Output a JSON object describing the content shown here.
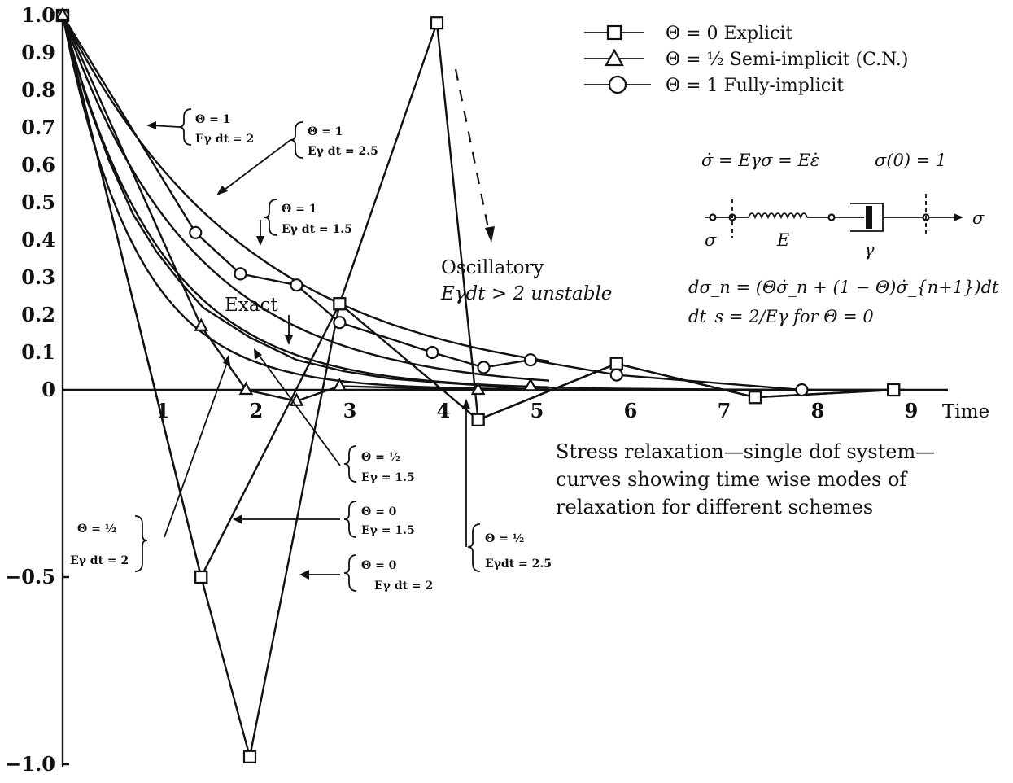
{
  "chart_data": {
    "type": "line",
    "xlabel": "Time",
    "xlim": [
      0,
      9.3
    ],
    "ylim": [
      -1.0,
      1.0
    ],
    "x_ticks": [
      "1",
      "2",
      "3",
      "4",
      "5",
      "6",
      "7",
      "8",
      "9"
    ],
    "y_ticks": [
      "1.0",
      "0.9",
      "0.8",
      "0.7",
      "0.6",
      "0.5",
      "0.4",
      "0.3",
      "0.2",
      "0.1",
      "0",
      "−0.5",
      "−1.0"
    ],
    "legend": {
      "position": "top-right",
      "entries": [
        {
          "marker": "square",
          "label": "Θ = 0 Explicit"
        },
        {
          "marker": "triangle",
          "label": "Θ = ½ Semi-implicit (C.N.)"
        },
        {
          "marker": "circle",
          "label": "Θ = 1 Fully-implicit"
        }
      ]
    },
    "series": [
      {
        "marker": "none",
        "dashed": false,
        "x": [
          0,
          0.25,
          0.5,
          0.75,
          1.0,
          1.25,
          1.5,
          2.0,
          2.5,
          3.0,
          3.5,
          4.0,
          4.5,
          5.0,
          6.0,
          7.0,
          8.0,
          9.0
        ],
        "values": [
          1.0,
          0.78,
          0.61,
          0.47,
          0.37,
          0.29,
          0.22,
          0.14,
          0.08,
          0.05,
          0.03,
          0.02,
          0.012,
          0.007,
          0.003,
          0.001,
          0.0,
          0.0
        ]
      },
      {
        "marker": "square",
        "x": [
          0,
          1.48,
          2.0,
          2.96,
          4.0,
          4.44,
          5.92,
          7.4,
          8.88
        ],
        "values": [
          1.0,
          -0.5,
          -0.98,
          0.23,
          0.98,
          -0.08,
          0.07,
          -0.02,
          0.0
        ]
      },
      {
        "marker": "square",
        "x": [
          0,
          1.48,
          2.96,
          4.44,
          5.92,
          7.4,
          8.88
        ],
        "values": [
          1.0,
          -0.5,
          0.23,
          -0.08,
          0.07,
          -0.02,
          0.0
        ]
      },
      {
        "marker": "circle",
        "x": [
          0,
          1.42,
          1.9,
          2.5,
          2.96,
          3.95,
          4.5,
          5.0,
          5.92,
          7.9
        ],
        "values": [
          1.0,
          0.42,
          0.31,
          0.28,
          0.18,
          0.1,
          0.06,
          0.08,
          0.04,
          0.0
        ]
      },
      {
        "marker": "triangle",
        "x": [
          0,
          1.48,
          1.96,
          2.5,
          2.96,
          4.44,
          5.0
        ],
        "values": [
          1.0,
          0.17,
          0.0,
          -0.03,
          0.01,
          0.0,
          0.01
        ]
      }
    ],
    "annotations": [
      {
        "text": "Exact"
      },
      {
        "text": "Oscillatory",
        "text2": "Eγdt > 2 unstable"
      },
      {
        "theta": "Θ = 1",
        "edt": "Eγ dt = 2"
      },
      {
        "theta": "Θ = 1",
        "edt": "Eγ dt = 2.5"
      },
      {
        "theta": "Θ = 1",
        "edt": "Eγ dt = 1.5"
      },
      {
        "theta": "Θ = ½",
        "edt": "Eγ = 1.5"
      },
      {
        "theta": "Θ = 0",
        "edt": "Eγ = 1.5"
      },
      {
        "theta": "Θ = 0",
        "edt": "Eγ dt = 2"
      },
      {
        "theta": "Θ = ½",
        "edt": "Eγdt = 2.5"
      },
      {
        "theta": "Θ = ½",
        "edt": "Eγ dt = 2"
      }
    ],
    "equations": {
      "eq1": "σ̇ = Eγσ = Eε̇",
      "eq2": "σ(0) = 1",
      "label_sigma_left": "σ",
      "label_E": "E",
      "label_gamma": "γ",
      "label_sigma_right": "σ",
      "eq3": "dσ_n = (Θσ̇_n + (1 − Θ)σ̇_{n+1})dt",
      "eq4": "dt_s = 2/Eγ for Θ = 0"
    },
    "caption": [
      "Stress relaxation—single dof system—",
      "curves showing time wise modes of",
      "relaxation for different schemes"
    ]
  }
}
